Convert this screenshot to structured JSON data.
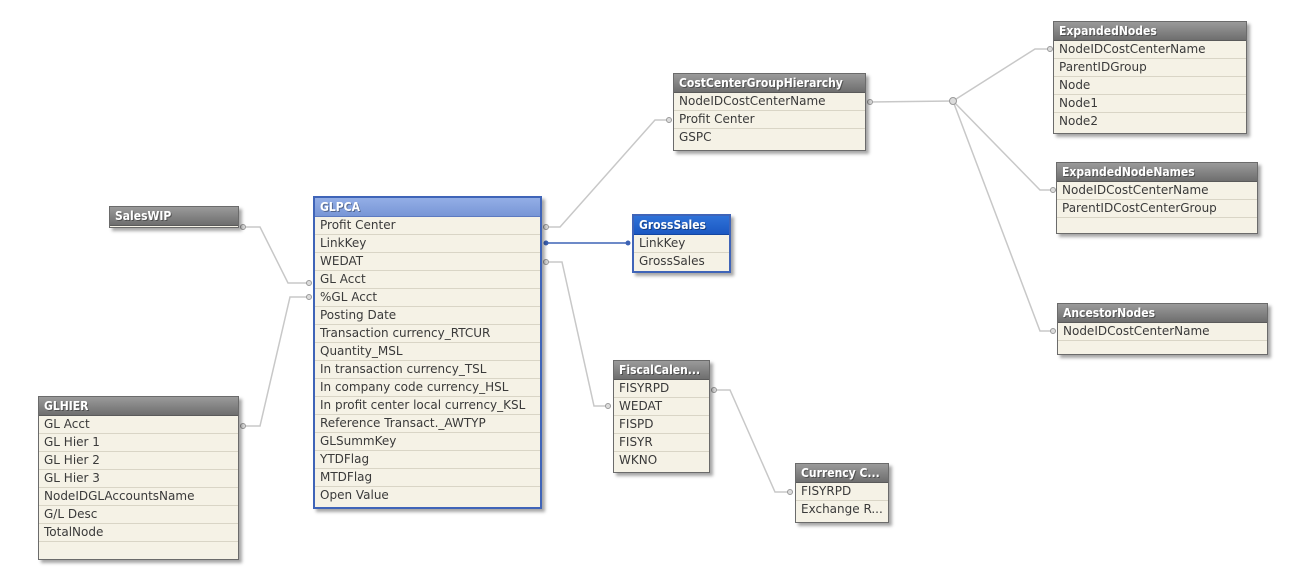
{
  "colors": {
    "link": "#c8c8c8",
    "selected_link": "#3d63b5",
    "table_body": "#f5f2e6"
  },
  "tables": {
    "saleswip": {
      "title": "SalesWIP",
      "fields": []
    },
    "glhier": {
      "title": "GLHIER",
      "fields": [
        "GL Acct",
        "GL Hier 1",
        "GL Hier 2",
        "GL Hier 3",
        "NodeIDGLAccountsName",
        "G/L Desc",
        "TotalNode"
      ]
    },
    "glpca": {
      "title": "GLPCA",
      "fields": [
        "Profit Center",
        "LinkKey",
        "WEDAT",
        "GL Acct",
        "%GL Acct",
        "Posting Date",
        "Transaction currency_RTCUR",
        "Quantity_MSL",
        "In transaction currency_TSL",
        "In company code currency_HSL",
        "In profit center local currency_KSL",
        "Reference Transact._AWTYP",
        "GLSummKey",
        "YTDFlag",
        "MTDFlag",
        "Open Value"
      ]
    },
    "grosssales": {
      "title": "GrossSales",
      "fields": [
        "LinkKey",
        "GrossSales"
      ]
    },
    "ccgh": {
      "title": "CostCenterGroupHierarchy",
      "fields": [
        "NodeIDCostCenterName",
        "Profit Center",
        "GSPC"
      ]
    },
    "fiscal": {
      "title": "FiscalCalen...",
      "fields": [
        "FISYRPD",
        "WEDAT",
        "FISPD",
        "FISYR",
        "WKNO"
      ]
    },
    "currency": {
      "title": "Currency C...",
      "fields": [
        "FISYRPD",
        "Exchange R..."
      ]
    },
    "expnodes": {
      "title": "ExpandedNodes",
      "fields": [
        "NodeIDCostCenterName",
        "ParentIDGroup",
        "Node",
        "Node1",
        "Node2"
      ]
    },
    "expnames": {
      "title": "ExpandedNodeNames",
      "fields": [
        "NodeIDCostCenterName",
        "ParentIDCostCenterGroup"
      ]
    },
    "ancestor": {
      "title": "AncestorNodes",
      "fields": [
        "NodeIDCostCenterName"
      ]
    }
  }
}
